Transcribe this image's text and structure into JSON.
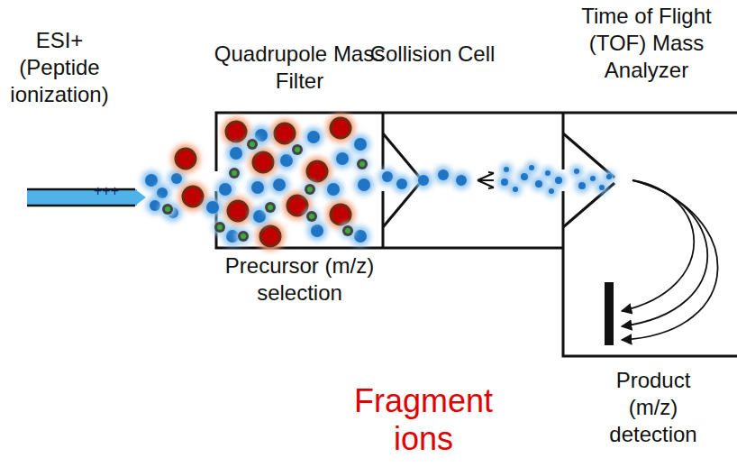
{
  "diagram": {
    "nodes": [
      {
        "text": [
          "Quadrupole Mass Filter",
          "Precursor (m/z) selection"
        ]
      },
      {
        "text": [
          "Collision Cell"
        ]
      },
      {
        "text": [
          "Time of Flight (TOF) Mass Analyzer",
          "Product (m/z) detection"
        ]
      }
    ],
    "labels": [
      "ESI+ (Peptide ionization)",
      "+++",
      "Fragment ions"
    ]
  }
}
